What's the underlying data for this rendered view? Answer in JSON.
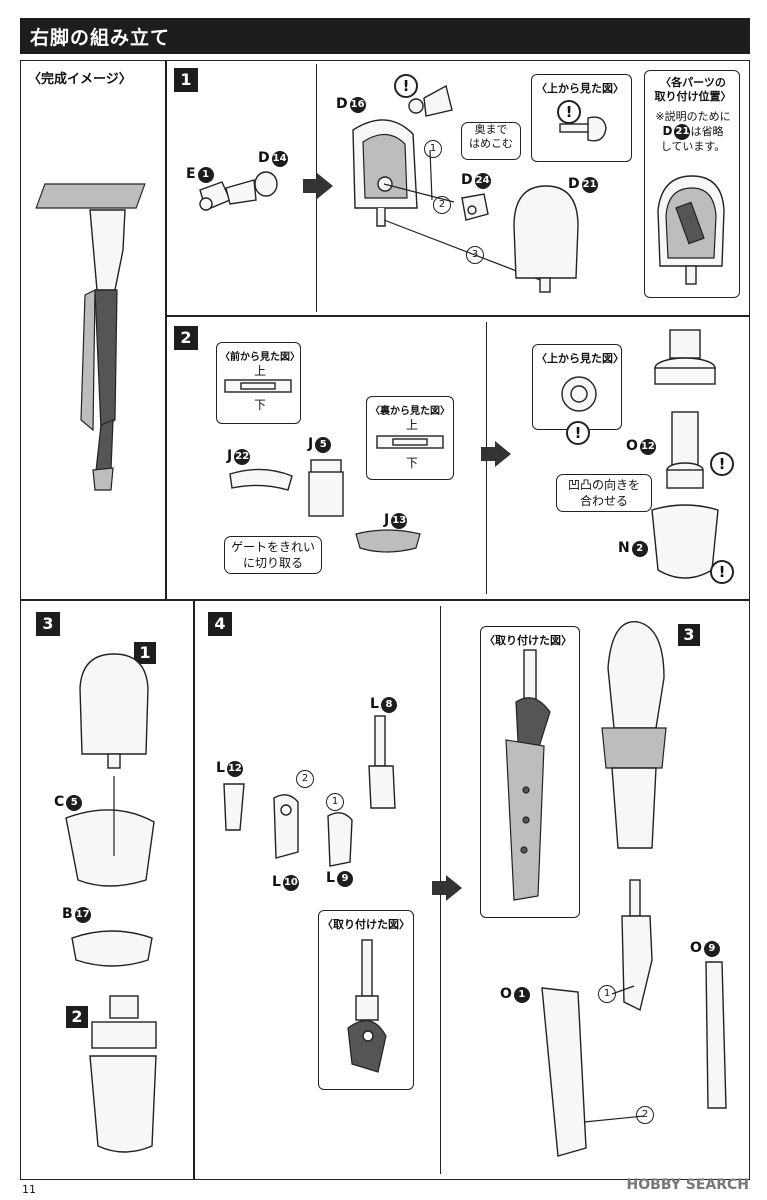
{
  "header": {
    "title": "右脚の組み立て"
  },
  "preview": {
    "label": "〈完成イメージ〉"
  },
  "step1": {
    "num": "1",
    "parts": {
      "e1": "E",
      "e1n": "1",
      "d14": "D",
      "d14n": "14",
      "d16": "D",
      "d16n": "16",
      "d24": "D",
      "d24n": "24",
      "d21": "D",
      "d21n": "21"
    },
    "note_depth": "奥まで\nはめこむ",
    "top_view": "〈上から見た図〉",
    "positions_title": "〈各パーツの\n取り付け位置〉",
    "positions_note_pre": "※説明のために",
    "positions_note_part": "D",
    "positions_note_part_n": "21",
    "positions_note_post": "は省略\nしています。",
    "seq": [
      "1",
      "2",
      "3"
    ]
  },
  "step2": {
    "num": "2",
    "front_view": "〈前から見た図〉",
    "front_top": "上",
    "front_bottom": "下",
    "back_view": "〈裏から見た図〉",
    "back_top": "上",
    "back_bottom": "下",
    "gate_note": "ゲートをきれい\nに切り取る",
    "parts": {
      "j22": "J",
      "j22n": "22",
      "j5": "J",
      "j5n": "5",
      "j13": "J",
      "j13n": "13",
      "o12": "O",
      "o12n": "12",
      "n2": "N",
      "n2n": "2"
    },
    "top_view": "〈上から見た図〉",
    "align_note": "凹凸の向きを\n合わせる"
  },
  "step3": {
    "num": "3",
    "ref1": "1",
    "ref2": "2",
    "parts": {
      "c5": "C",
      "c5n": "5",
      "b17": "B",
      "b17n": "17"
    }
  },
  "step4": {
    "num": "4",
    "parts": {
      "l8": "L",
      "l8n": "8",
      "l12": "L",
      "l12n": "12",
      "l10": "L",
      "l10n": "10",
      "l9": "L",
      "l9n": "9",
      "o1": "O",
      "o1n": "1",
      "o9": "O",
      "o9n": "9"
    },
    "attached_view": "〈取り付けた図〉",
    "attached_view2": "〈取り付けた図〉",
    "ref3": "3",
    "seq": [
      "1",
      "2"
    ]
  },
  "footer": {
    "page": "11",
    "watermark": "HOBBY SEARCH"
  }
}
